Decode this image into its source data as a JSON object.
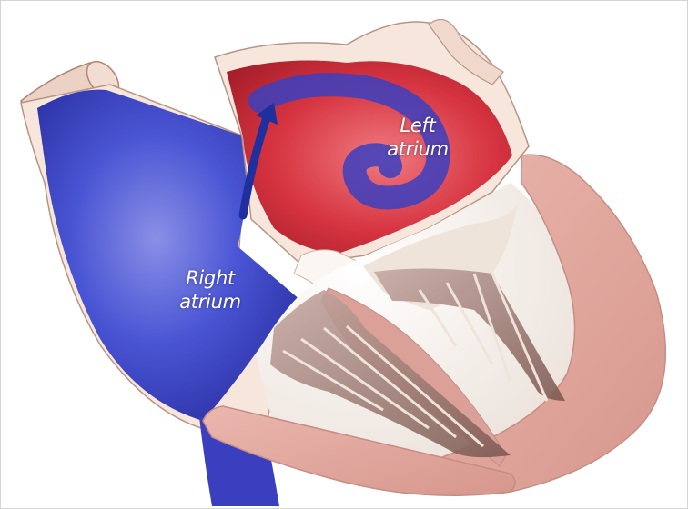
{
  "labels": {
    "left_atrium": {
      "line1": "Left",
      "line2": "atrium"
    },
    "right_atrium": {
      "line1": "Right",
      "line2": "atrium"
    }
  },
  "colors": {
    "oxygenated_blood": "#d6313e",
    "deoxygenated_blood": "#3c3ec4",
    "muscle": "#e3aea5",
    "valve_tissue": "#a07c74",
    "wall": "#f6e6dc"
  }
}
